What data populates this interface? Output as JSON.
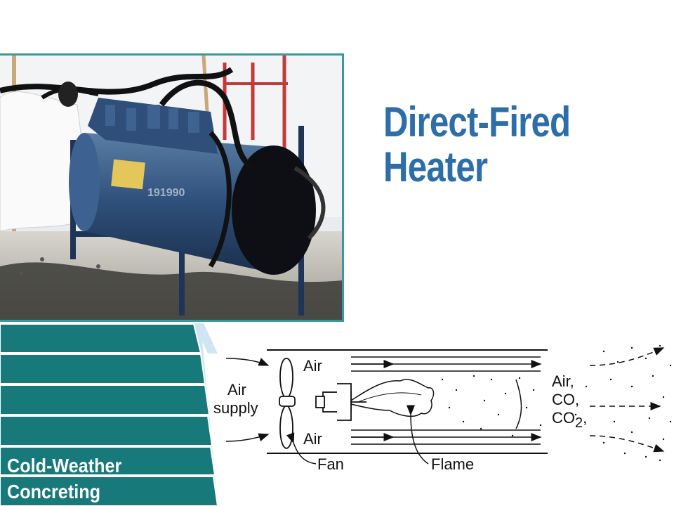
{
  "title": {
    "line1": "Direct-Fired",
    "line2": "Heater"
  },
  "footer": {
    "line1": "Cold-Weather",
    "line2": "Concreting"
  },
  "diagram": {
    "air_top": "Air",
    "air_bottom": "Air",
    "air_supply_1": "Air",
    "air_supply_2": "supply",
    "exhaust_1": "Air,",
    "exhaust_2": "CO,",
    "exhaust_3": "CO",
    "exhaust_3_sub": "2",
    "exhaust_3_end": ",",
    "fan": "Fan",
    "flame": "Flame"
  },
  "photo": {
    "tag_text": "191990"
  },
  "colors": {
    "title": "#2e6ea8",
    "teal": "#17797a",
    "light_blue": "#cfe6f2",
    "frame": "#3a9a9a",
    "footer_text": "#ffffff"
  }
}
